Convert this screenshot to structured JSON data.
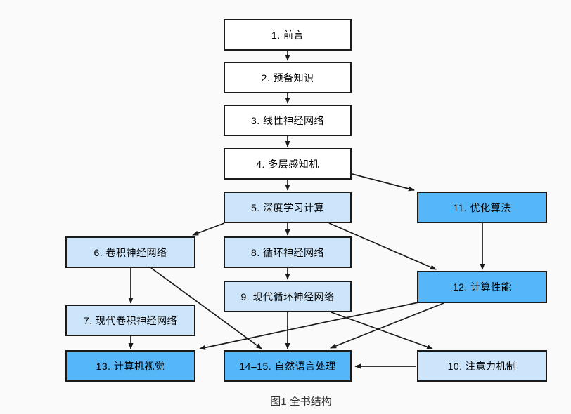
{
  "figure": {
    "caption": "图1  全书结构",
    "kind": "flowchart"
  },
  "colors": {
    "background": "#fafafa",
    "node_white": "#ffffff",
    "node_light_blue": "#cde5fa",
    "node_bright_blue": "#55b6f8",
    "border": "#1a1a1a",
    "arrow": "#1a1a1a"
  },
  "nodes": [
    {
      "id": "1",
      "label": "1. 前言",
      "tone": "white"
    },
    {
      "id": "2",
      "label": "2. 预备知识",
      "tone": "white"
    },
    {
      "id": "3",
      "label": "3. 线性神经网络",
      "tone": "white"
    },
    {
      "id": "4",
      "label": "4. 多层感知机",
      "tone": "white"
    },
    {
      "id": "5",
      "label": "5. 深度学习计算",
      "tone": "light"
    },
    {
      "id": "6",
      "label": "6. 卷积神经网络",
      "tone": "light"
    },
    {
      "id": "7",
      "label": "7. 现代卷积神经网络",
      "tone": "light"
    },
    {
      "id": "8",
      "label": "8. 循环神经网络",
      "tone": "light"
    },
    {
      "id": "9",
      "label": "9. 现代循环神经网络",
      "tone": "light"
    },
    {
      "id": "10",
      "label": "10. 注意力机制",
      "tone": "light"
    },
    {
      "id": "11",
      "label": "11. 优化算法",
      "tone": "bright"
    },
    {
      "id": "12",
      "label": "12. 计算性能",
      "tone": "bright"
    },
    {
      "id": "13",
      "label": "13. 计算机视觉",
      "tone": "bright"
    },
    {
      "id": "14-15",
      "label": "14–15. 自然语言处理",
      "tone": "bright"
    }
  ],
  "edges": [
    {
      "from": "1",
      "to": "2"
    },
    {
      "from": "2",
      "to": "3"
    },
    {
      "from": "3",
      "to": "4"
    },
    {
      "from": "4",
      "to": "5"
    },
    {
      "from": "4",
      "to": "11"
    },
    {
      "from": "5",
      "to": "6"
    },
    {
      "from": "5",
      "to": "8"
    },
    {
      "from": "5",
      "to": "12"
    },
    {
      "from": "11",
      "to": "12"
    },
    {
      "from": "6",
      "to": "7"
    },
    {
      "from": "6",
      "to": "14-15"
    },
    {
      "from": "8",
      "to": "9"
    },
    {
      "from": "9",
      "to": "14-15"
    },
    {
      "from": "9",
      "to": "10"
    },
    {
      "from": "12",
      "to": "13"
    },
    {
      "from": "12",
      "to": "14-15"
    },
    {
      "from": "7",
      "to": "13"
    },
    {
      "from": "10",
      "to": "14-15"
    }
  ]
}
